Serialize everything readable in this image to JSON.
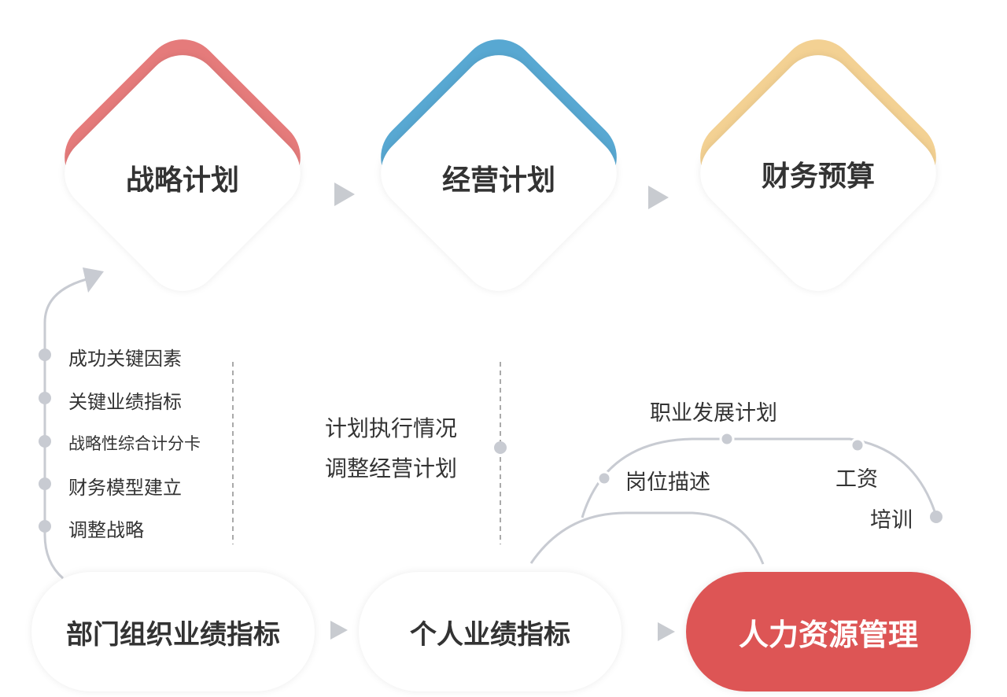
{
  "top_nodes": [
    {
      "label": "战略计划",
      "color": "#e57b7b"
    },
    {
      "label": "经营计划",
      "color": "#58a8d2"
    },
    {
      "label": "财务预算",
      "color": "#f3d193"
    }
  ],
  "bottom_nodes": [
    {
      "label": "部门组织业绩指标"
    },
    {
      "label": "个人业绩指标"
    },
    {
      "label": "人力资源管理",
      "color": "#dd5555"
    }
  ],
  "strategy_items": [
    "成功关键因素",
    "关键业绩指标",
    "战略性综合计分卡",
    "财务模型建立",
    "调整战略"
  ],
  "operation_items": [
    "计划执行情况",
    "调整经营计划"
  ],
  "hr_items": {
    "career": "职业发展计划",
    "job": "岗位描述",
    "salary": "工资",
    "training": "培训"
  }
}
